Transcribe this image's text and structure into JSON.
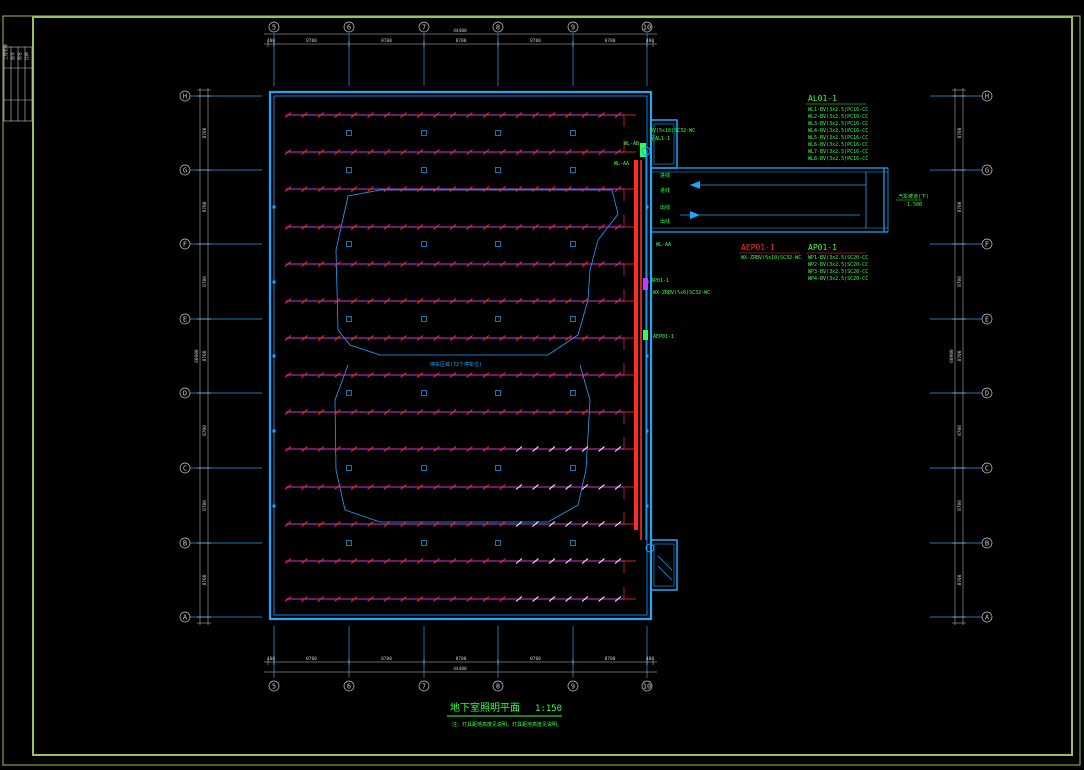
{
  "colors": {
    "background": "#000000",
    "frame": "#9cc060",
    "wall": "#1aa7ff",
    "axis": "#2a9df4",
    "circuit_red": "#ff2a2a",
    "circuit_magenta": "#cc33ff",
    "fixture_white": "#ffffff",
    "label_green": "#33ff44",
    "dim_text": "#c8c8c8"
  },
  "title_block": {
    "cells": [
      "工程名称",
      "图号",
      "图名",
      "比例"
    ]
  },
  "grid": {
    "columns": [
      "5",
      "6",
      "7",
      "8",
      "9",
      "10"
    ],
    "rows": [
      "H",
      "G",
      "F",
      "E",
      "D",
      "C",
      "B",
      "A"
    ],
    "top_dims": [
      "400",
      "8700",
      "8700",
      "8700",
      "8700",
      "8700",
      "400"
    ],
    "top_total": "44400",
    "bottom_dims": [
      "400",
      "8700",
      "8700",
      "8700",
      "8700",
      "8700",
      "400"
    ],
    "bottom_total": "44400",
    "side_dims": [
      "8700",
      "8700",
      "8700",
      "8700",
      "8700",
      "8700",
      "8700"
    ],
    "side_total": "60900"
  },
  "panels": {
    "al01": {
      "name": "AL01-1",
      "circuits": [
        "WL1-BV(3x2.5)PC16-CC",
        "WL2-BV(3x2.5)PC16-CC",
        "WL3-BV(3x2.5)PC16-CC",
        "WL4-BV(3x2.5)PC16-CC",
        "WL5-BV(3x2.5)PC16-CC",
        "WL6-BV(3x2.5)PC16-CC",
        "WL7-BV(3x2.5)PC16-CC",
        "WL8-BV(3x2.5)PC16-CC"
      ]
    },
    "aep01": {
      "name": "AEP01-1",
      "cable": "WX-ZRBV(5x10)SC32-WC"
    },
    "ap01": {
      "name": "AP01-1",
      "circuits": [
        "WP1-BV(3x2.5)SC20-CC",
        "WP2-BV(3x2.5)SC20-CC",
        "WP3-BV(3x2.5)SC20-CC",
        "WP4-BV(3x2.5)SC20-CC"
      ]
    }
  },
  "annotations": {
    "feeder": "BV(5x10)SC32-WC",
    "feeder_to": "至AL1-1",
    "riser1": "WL-AB",
    "riser2": "WL-AA",
    "ap_label": "AP01-1",
    "ap_cable": "WX-ZRBV(5x6)SC32-WC",
    "aep_label": "AEP01-1",
    "ramp_label": "汽车坡道(下)",
    "ramp_elev": "-1.500",
    "zone_label": "停车区域(72个停车位)",
    "entry_labels": [
      "进线",
      "进线",
      "出线",
      "出线"
    ]
  },
  "title": {
    "main": "地下室照明平面",
    "scale": "1:150",
    "note": "注：灯具距地高度见说明，灯具距地高度见说明。"
  }
}
